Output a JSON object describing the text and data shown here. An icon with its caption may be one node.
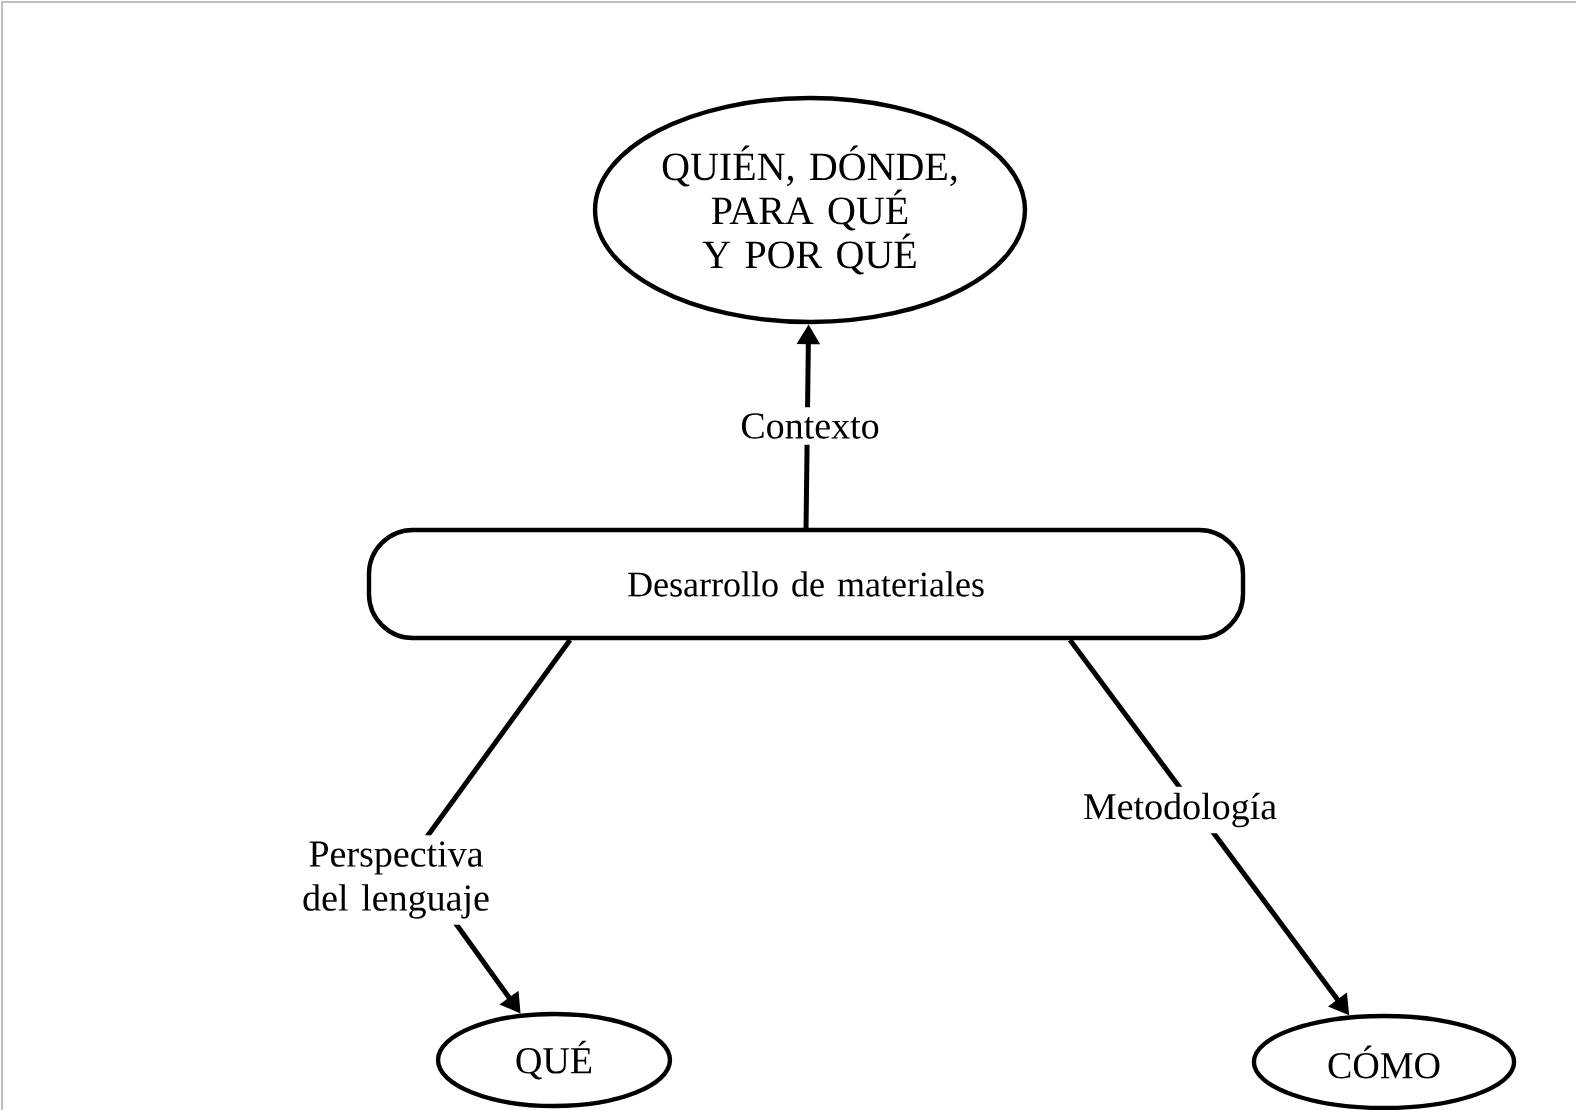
{
  "diagram": {
    "nodes": [
      {
        "text": [
          "QUIÉN, DÓNDE, PARA QUÉ Y POR QUÉ"
        ]
      },
      {
        "text": [
          "Desarrollo de materiales"
        ]
      },
      {
        "text": [
          "QUÉ"
        ]
      },
      {
        "text": [
          "CÓMO"
        ]
      }
    ],
    "edges": [
      {
        "from": 1,
        "to": 0,
        "arrow": "to",
        "label": "Contexto"
      },
      {
        "from": 1,
        "to": 2,
        "arrow": "to",
        "label": "Perspectiva del lenguaje"
      },
      {
        "from": 1,
        "to": 3,
        "arrow": "to",
        "label": "Metodología"
      }
    ]
  }
}
